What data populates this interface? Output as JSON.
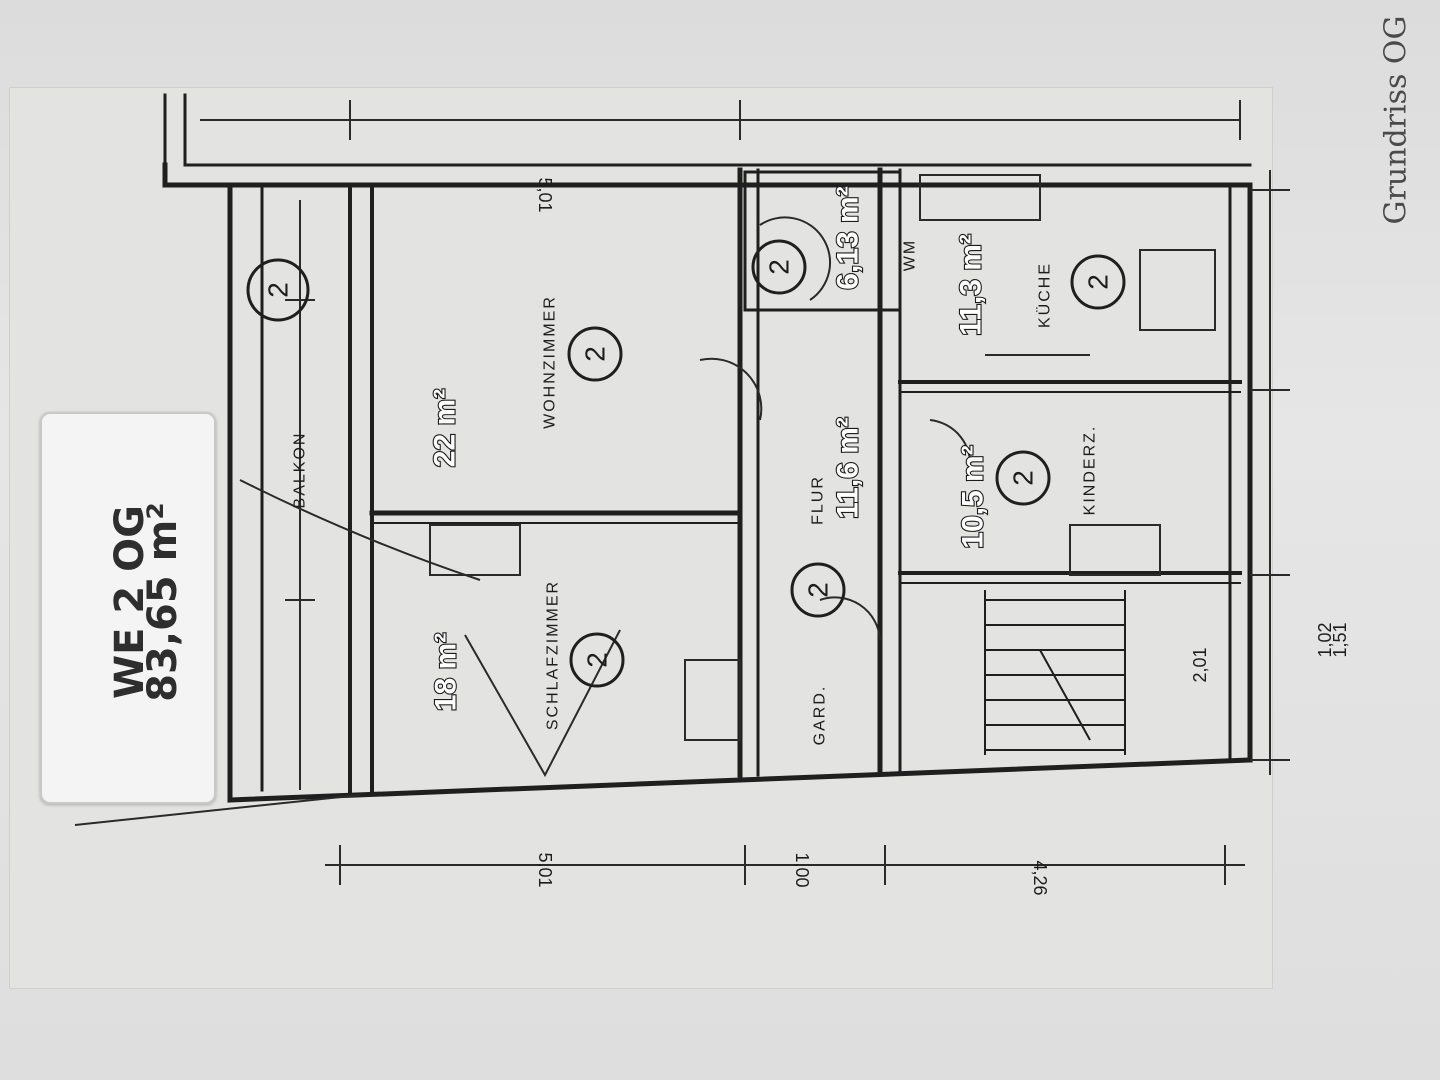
{
  "caption": "Grundriss OG",
  "badge": {
    "title": "WE 2 OG",
    "area": "83,65 m²"
  },
  "rooms": {
    "wohnzimmer": {
      "label": "WOHNZIMMER",
      "area": "22 m²",
      "num": "2"
    },
    "schlafzimmer": {
      "label": "SCHLAFZIMMER",
      "area": "18 m²",
      "num": "2"
    },
    "balkon": {
      "label": "BALKON",
      "num": "2"
    },
    "flur": {
      "label": "FLUR",
      "area": "11,6 m²",
      "num": "2"
    },
    "bad": {
      "area": "6,13 m²",
      "num": "2"
    },
    "kueche": {
      "label": "KÜCHE",
      "area": "11,3 m²",
      "num": "2"
    },
    "kinderz": {
      "label": "KINDERZ.",
      "area": "10,5 m²",
      "num": "2"
    },
    "garderobe": {
      "label": "GARD."
    },
    "wm": {
      "label": "WM"
    }
  },
  "dimensions": [
    "5,01",
    "5,01",
    "2,01",
    "1,00",
    "4,26",
    "1,02",
    "1,51"
  ]
}
